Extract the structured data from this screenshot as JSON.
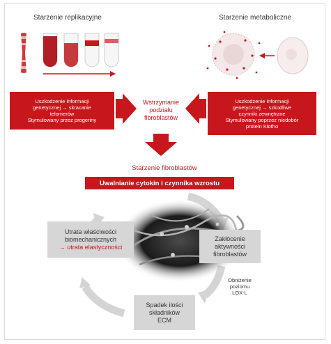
{
  "left_heading": "Starzenie replikacyjne",
  "right_heading": "Starzenie metaboliczne",
  "left_box_lines": [
    "Uszkodzenie informacji",
    "genetycznej → skracanie",
    "telomerów",
    "Stymulowany przez progeriny"
  ],
  "right_box_lines": [
    "Uszkodzenie informacji",
    "genetycznej → szkodliwe",
    "czynniki zewnętrzne",
    "Stymulowany poprzez niedobór",
    "protein Klotho"
  ],
  "center_lines": [
    "Wstrzymanie",
    "podziału",
    "fibroblastów"
  ],
  "senescence_label": "Starzenie fibroblastów",
  "cytokine_box": "Uwalnianie cytokin i czynnika wzrostu",
  "cycle": {
    "biomech_lines": [
      "Utrata właściwości",
      "biomechanicznych"
    ],
    "biomech_red": "→ utrata elastyczności",
    "activity_lines": [
      "Zakłócenie",
      "aktywności",
      "fibroblastów"
    ],
    "ecm_lines": [
      "Spadek ilości",
      "składników",
      "ECM"
    ],
    "lox_lines": [
      "Obniżenie",
      "poziomu",
      "LOX-L"
    ]
  },
  "colors": {
    "accent_red": "#c8171c",
    "gray_box": "#d6d6d6",
    "arrow_gray": "#d4d4d4"
  }
}
